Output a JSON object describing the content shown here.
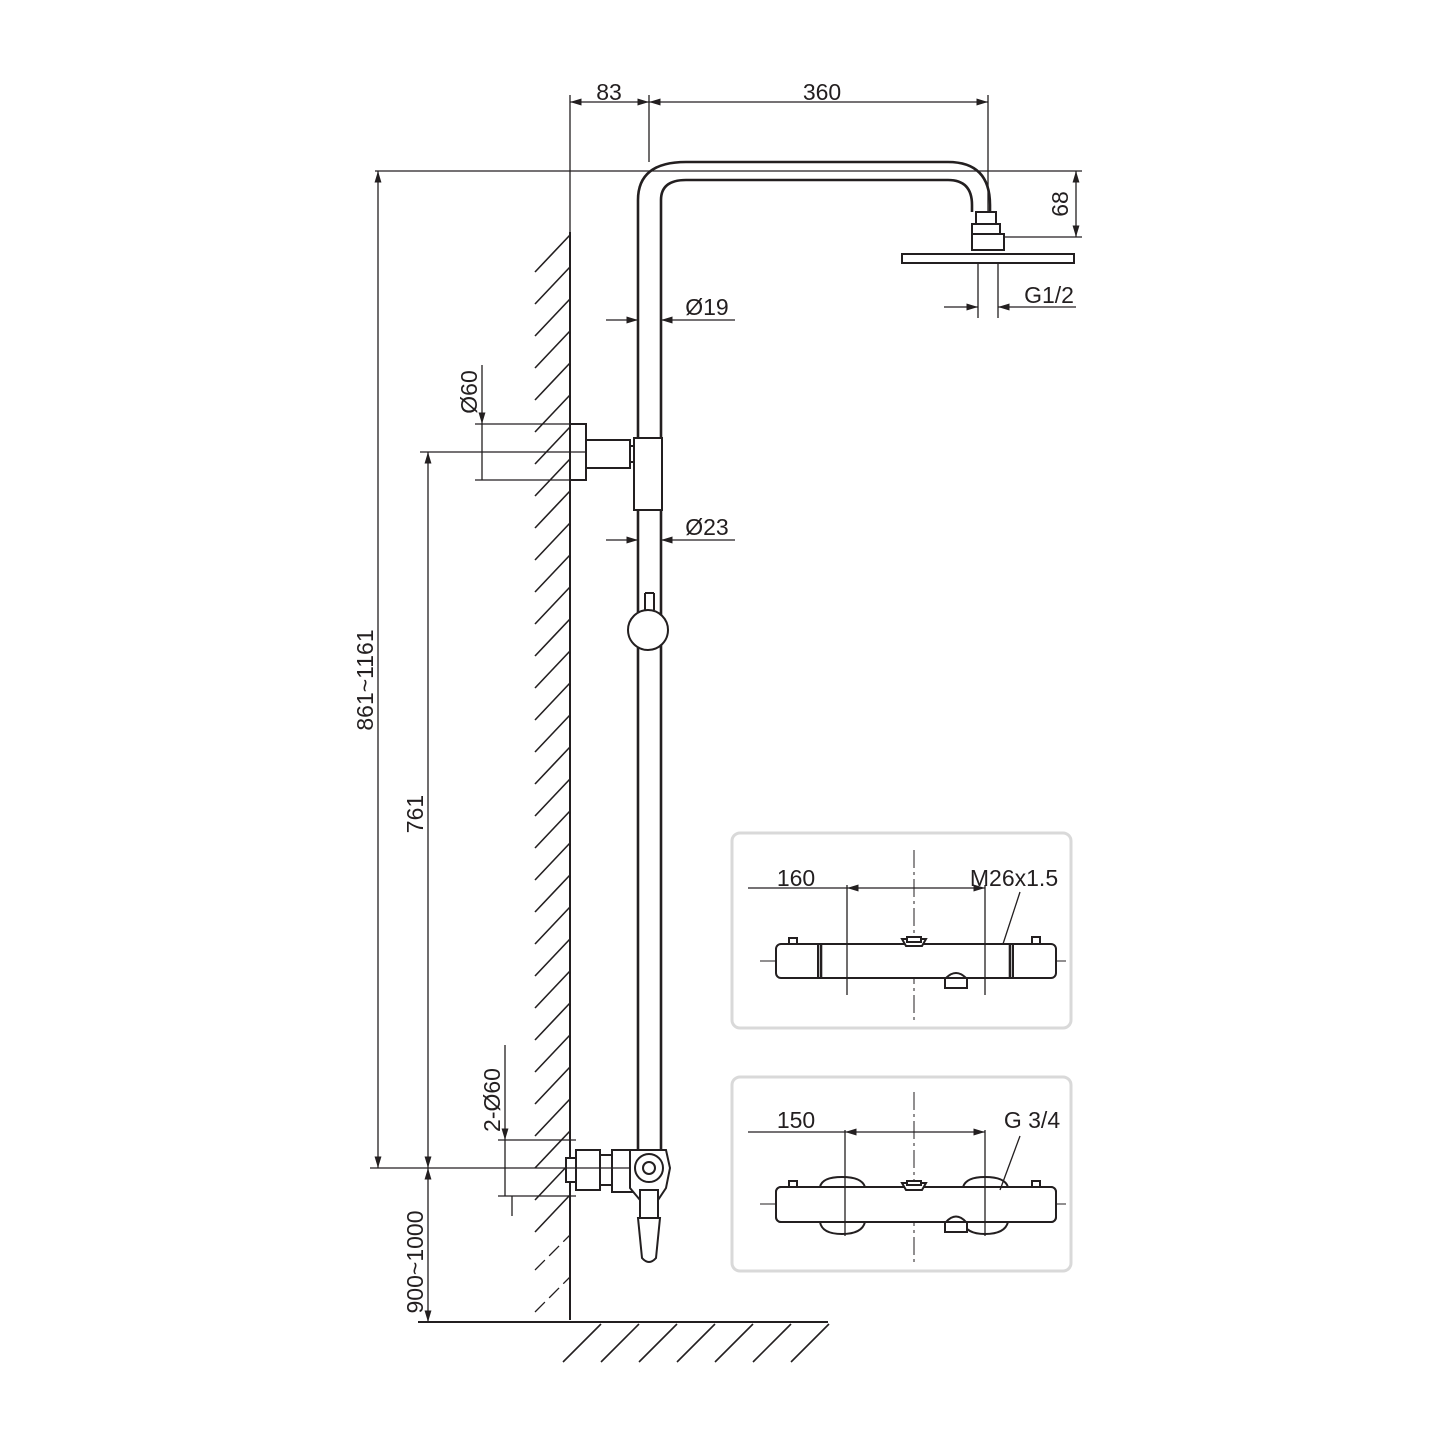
{
  "dimensions": {
    "wall_offset": "83",
    "arm_length": "360",
    "head_drop": "68",
    "head_connection": "G1/2",
    "pipe_upper_diameter": "Ø19",
    "bracket_diameter": "Ø60",
    "pipe_lower_diameter": "Ø23",
    "total_height": "861~1161",
    "bracket_height": "761",
    "inlet_flanges": "2-Ø60",
    "mount_height": "900~1000"
  },
  "valve_top_view": {
    "center_distance": "160",
    "thread": "M26x1.5"
  },
  "valve_front_view": {
    "center_distance": "150",
    "thread": "G 3/4"
  },
  "colors": {
    "line": "#231f20",
    "panel_border": "#d9d9d9"
  }
}
